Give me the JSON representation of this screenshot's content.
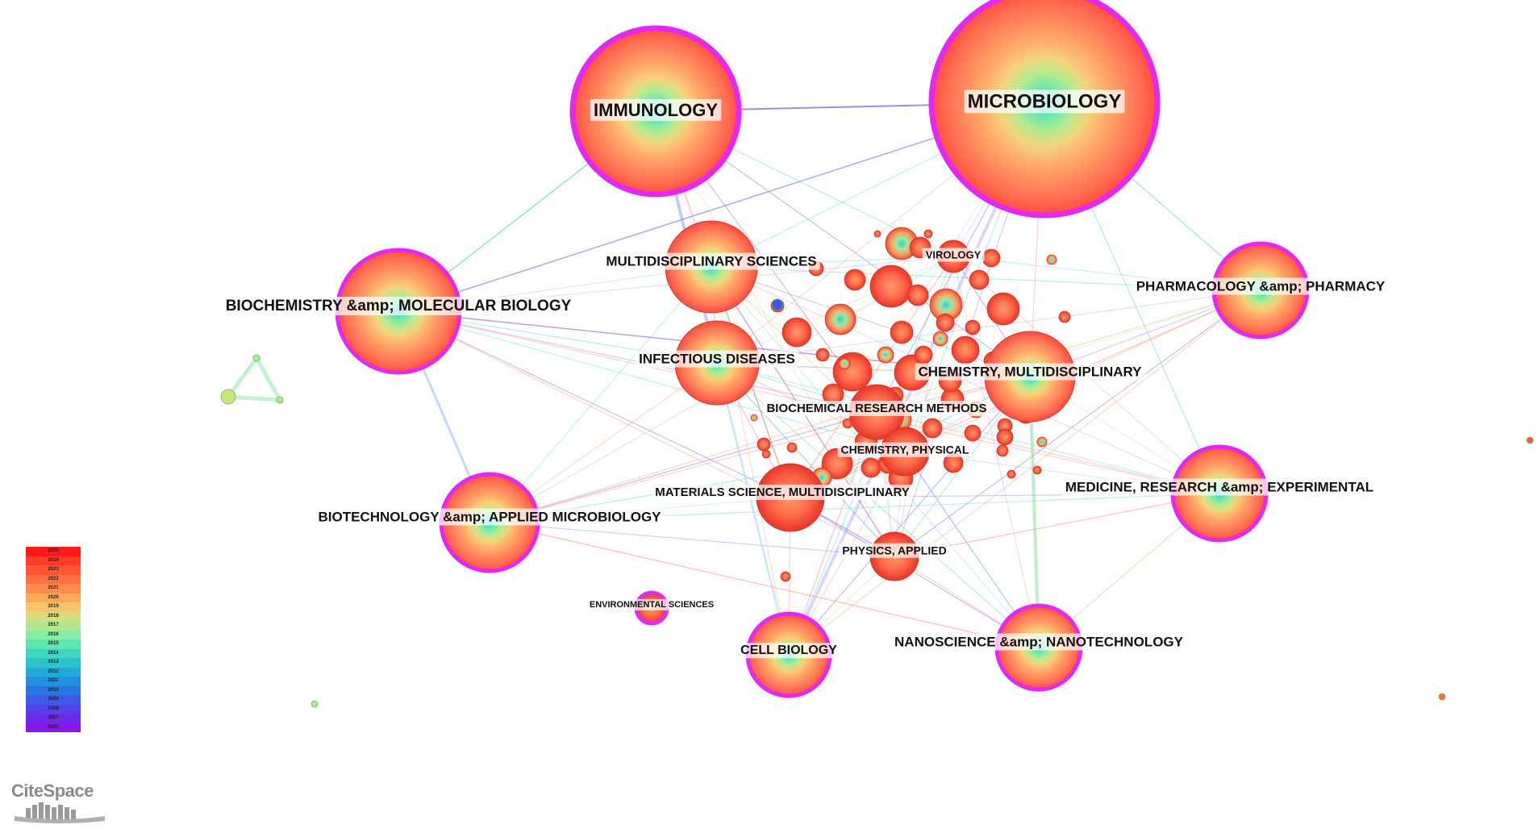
{
  "nodes": [
    {
      "id": "microbiology",
      "label": "MICROBIOLOGY",
      "size": "xl"
    },
    {
      "id": "immunology",
      "label": "IMMUNOLOGY",
      "size": "xl"
    },
    {
      "id": "multidisciplinary_sciences",
      "label": "MULTIDISCIPLINARY SCIENCES",
      "size": "md"
    },
    {
      "id": "biochemistry",
      "label": "BIOCHEMISTRY &amp; MOLECULAR BIOLOGY",
      "size": "lg"
    },
    {
      "id": "virology",
      "label": "VIROLOGY",
      "size": "sm"
    },
    {
      "id": "pharmacology",
      "label": "PHARMACOLOGY &amp; PHARMACY",
      "size": "md"
    },
    {
      "id": "infectious_diseases",
      "label": "INFECTIOUS DISEASES",
      "size": "md"
    },
    {
      "id": "chemistry_multi",
      "label": "CHEMISTRY, MULTIDISCIPLINARY",
      "size": "md"
    },
    {
      "id": "biochemical_methods",
      "label": "BIOCHEMICAL RESEARCH METHODS",
      "size": "sm"
    },
    {
      "id": "chemistry_physical",
      "label": "CHEMISTRY, PHYSICAL",
      "size": "sm"
    },
    {
      "id": "materials_science",
      "label": "MATERIALS SCIENCE, MULTIDISCIPLINARY",
      "size": "sm"
    },
    {
      "id": "medicine_research",
      "label": "MEDICINE, RESEARCH &amp; EXPERIMENTAL",
      "size": "md"
    },
    {
      "id": "biotechnology",
      "label": "BIOTECHNOLOGY &amp; APPLIED MICROBIOLOGY",
      "size": "md"
    },
    {
      "id": "physics_applied",
      "label": "PHYSICS, APPLIED",
      "size": "sm"
    },
    {
      "id": "environmental_sciences",
      "label": "ENVIRONMENTAL SCIENCES",
      "size": "xs"
    },
    {
      "id": "cell_biology",
      "label": "CELL BIOLOGY",
      "size": "md"
    },
    {
      "id": "nanoscience",
      "label": "NANOSCIENCE &amp; NANOTECHNOLOGY",
      "size": "md"
    }
  ],
  "legend": {
    "years": [
      "2025",
      "2024",
      "2023",
      "2022",
      "2021",
      "2020",
      "2019",
      "2018",
      "2017",
      "2016",
      "2015",
      "2014",
      "2013",
      "2012",
      "2011",
      "2010",
      "2009",
      "2008",
      "2007",
      "2006"
    ],
    "colors": [
      "#ff1a1a",
      "#ff3b2a",
      "#ff5535",
      "#ff7040",
      "#ff8c4c",
      "#ffa85a",
      "#f5c56a",
      "#d8dc7c",
      "#aee890",
      "#86eda2",
      "#5ee6b0",
      "#3fd7bf",
      "#2bc3cc",
      "#22a9d6",
      "#2290de",
      "#2a75e4",
      "#3b5ae8",
      "#5540ea",
      "#6e2aeb",
      "#8a16ec"
    ]
  },
  "logo": {
    "text": "CiteSpace"
  }
}
